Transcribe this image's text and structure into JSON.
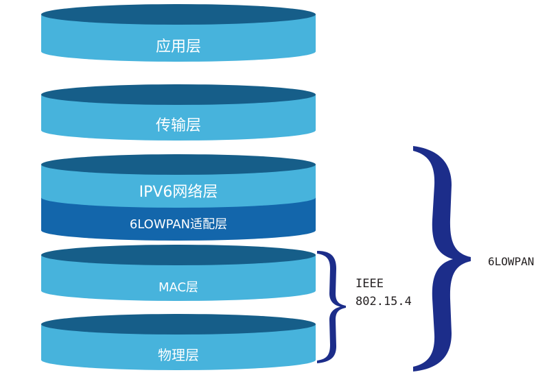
{
  "colors": {
    "body": "#47b3dc",
    "top": "#165e89",
    "adapt": "#1366ab",
    "brace": "#1c2d8a",
    "text_dark": "#231f20"
  },
  "layers": [
    {
      "label": "应用层"
    },
    {
      "label": "传输层"
    },
    {
      "label": "IPV6网络层",
      "sub_label": "6LOWPAN适配层"
    },
    {
      "label": "MAC层"
    },
    {
      "label": "物理层"
    }
  ],
  "braces": {
    "ieee": {
      "line1": "IEEE",
      "line2": "802.15.4"
    },
    "sixlowpan": {
      "label": "6LOWPAN"
    }
  }
}
